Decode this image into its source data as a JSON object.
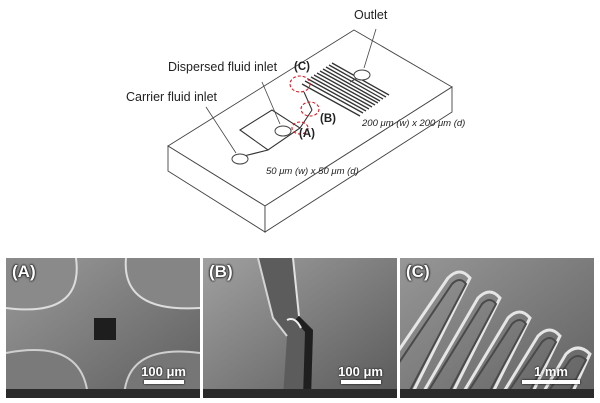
{
  "diagram": {
    "labels": {
      "outlet": "Outlet",
      "dispersed_inlet": "Dispersed fluid inlet",
      "carrier_inlet": "Carrier fluid inlet",
      "marker_c": "(C)",
      "marker_b": "(B)",
      "marker_a": "(A)",
      "big_channel": "200 μm (w) x 200 μm (d)",
      "small_channel": "50 μm (w) x 50 μm (d)"
    },
    "colors": {
      "highlight": "#e0141e",
      "outline": "#333333"
    }
  },
  "panels": [
    {
      "label": "(A)",
      "scale": "100 μm"
    },
    {
      "label": "(B)",
      "scale": "100 μm"
    },
    {
      "label": "(C)",
      "scale": "1 mm"
    }
  ]
}
